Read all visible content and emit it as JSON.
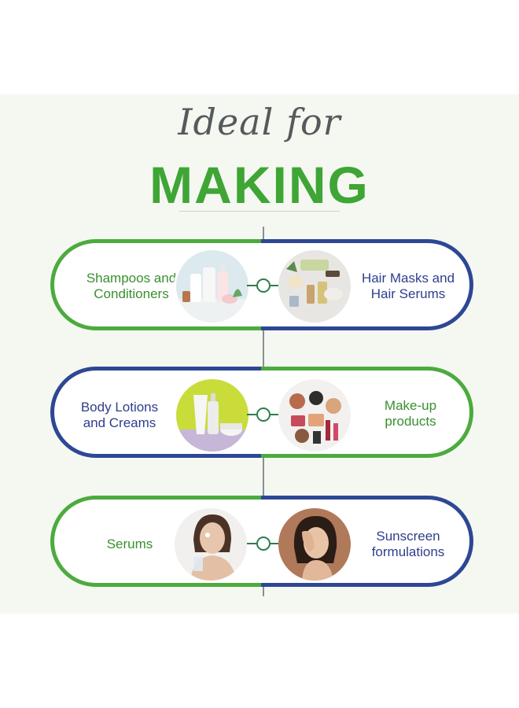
{
  "header": {
    "script_title": "Ideal for",
    "main_title": "MAKING"
  },
  "items": [
    {
      "label": "Shampoos and\nConditioners",
      "side": "left",
      "color": "green",
      "icon": "shampoo-bottles-photo"
    },
    {
      "label": "Hair Masks and\nHair Serums",
      "side": "right",
      "color": "blue",
      "icon": "serum-vials-photo"
    },
    {
      "label": "Body Lotions\nand Creams",
      "side": "left",
      "color": "blue",
      "icon": "lotion-tubes-photo"
    },
    {
      "label": "Make-up\nproducts",
      "side": "right",
      "color": "green",
      "icon": "makeup-palette-photo"
    },
    {
      "label": "Serums",
      "side": "left",
      "color": "green",
      "icon": "woman-serum-photo"
    },
    {
      "label": "Sunscreen\nformulations",
      "side": "right",
      "color": "blue",
      "icon": "woman-face-photo"
    }
  ],
  "colors": {
    "green": "#4cab3e",
    "blue": "#2e4795",
    "title_green": "#3fa535",
    "node": "#2e7d4a"
  }
}
